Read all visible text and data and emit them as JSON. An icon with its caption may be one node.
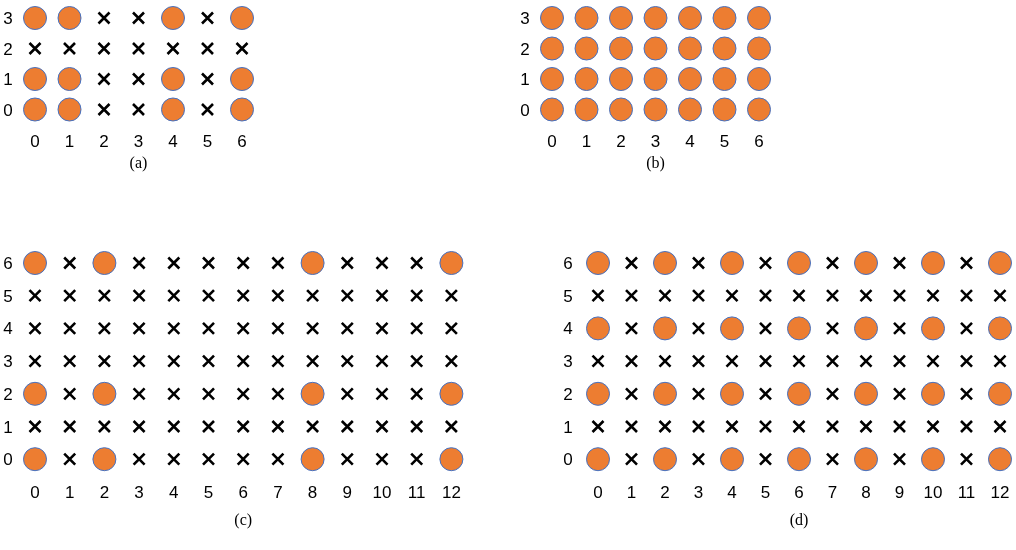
{
  "diagram": {
    "labels": [
      "3",
      "2",
      "1",
      "0",
      "0",
      "1",
      "2",
      "3",
      "4",
      "5",
      "6",
      "(a)",
      "3",
      "2",
      "1",
      "0",
      "0",
      "1",
      "2",
      "3",
      "4",
      "5",
      "6",
      "(b)",
      "6",
      "5",
      "4",
      "3",
      "2",
      "1",
      "0",
      "0",
      "1",
      "2",
      "3",
      "4",
      "5",
      "6",
      "7",
      "8",
      "9",
      "10",
      "11",
      "12",
      "(c)",
      "6",
      "5",
      "4",
      "3",
      "2",
      "1",
      "0",
      "0",
      "1",
      "2",
      "3",
      "4",
      "5",
      "6",
      "7",
      "8",
      "9",
      "10",
      "11",
      "12",
      "(d)"
    ]
  }
}
